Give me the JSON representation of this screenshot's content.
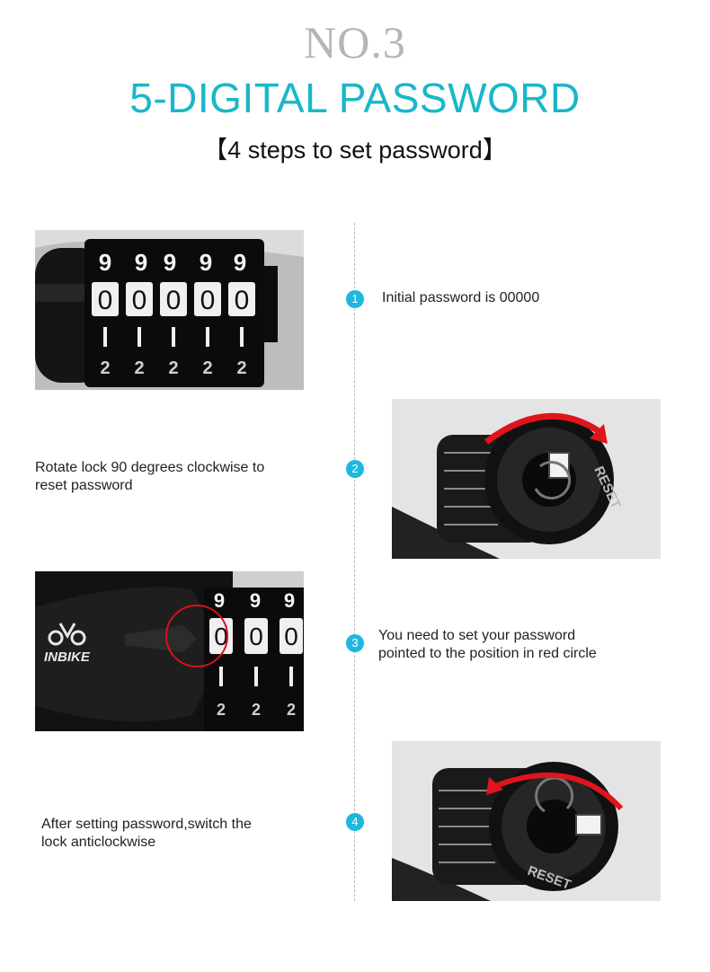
{
  "header": {
    "number_label": "NO.3",
    "title": "5-DIGITAL PASSWORD",
    "subtitle": "【4 steps to set password】"
  },
  "steps": [
    {
      "number": "1",
      "text": "Initial password is 00000"
    },
    {
      "number": "2",
      "text_line1": "Rotate lock 90 degrees clockwise to",
      "text_line2": "reset password"
    },
    {
      "number": "3",
      "text_line1": "You need to set your password",
      "text_line2": "pointed to the position in red circle"
    },
    {
      "number": "4",
      "text_line1": "After setting password,switch the",
      "text_line2": "lock anticlockwise"
    }
  ],
  "photo_text": {
    "digit_top": "9",
    "digit_mid": "0",
    "digit_low": "1",
    "digit_bottom": "2",
    "brand": "INBIKE",
    "reset": "RESET"
  },
  "colors": {
    "accent": "#19b7c8",
    "step_badge": "#1cb8e0",
    "arrow_red": "#e0141c"
  }
}
